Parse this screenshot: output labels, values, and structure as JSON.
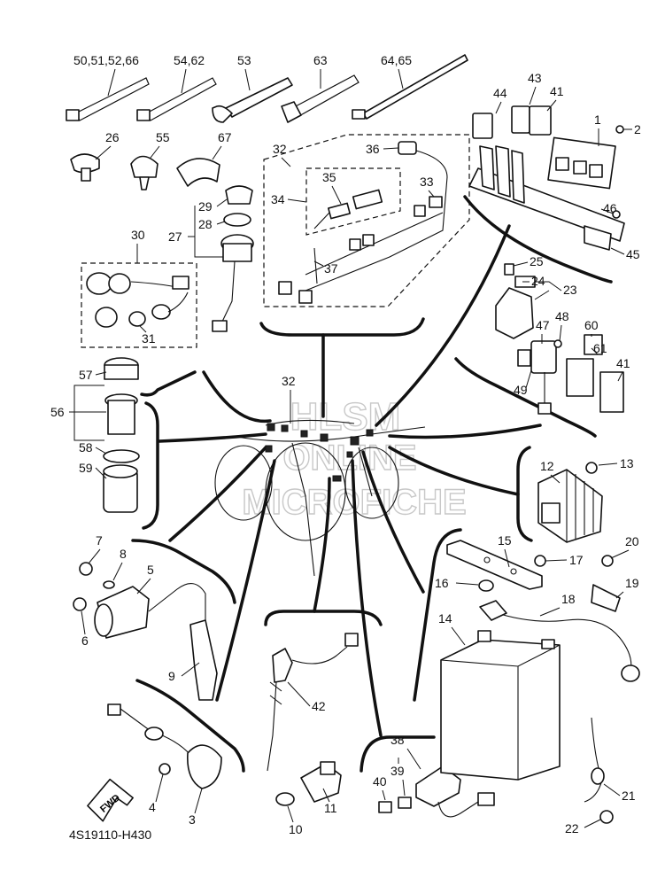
{
  "diagram_code": "4S19110-H430",
  "watermark": {
    "line1": "HLSM",
    "line2": "ONLINE",
    "line3": "MICROFICHE"
  },
  "fwd_label": "FWD",
  "callouts": {
    "c50": "50,51,52,66",
    "c54": "54,62",
    "c53": "53",
    "c63": "63",
    "c64": "64,65",
    "c44": "44",
    "c43": "43",
    "c41a": "41",
    "c1": "1",
    "c2": "2",
    "c26": "26",
    "c55": "55",
    "c67": "67",
    "c32a": "32",
    "c36": "36",
    "c35": "35",
    "c34": "34",
    "c33": "33",
    "c29": "29",
    "c28": "28",
    "c27": "27",
    "c46": "46",
    "c45": "45",
    "c30": "30",
    "c37": "37",
    "c31": "31",
    "c25": "25",
    "c24": "24",
    "c23": "23",
    "c48": "48",
    "c60": "60",
    "c61": "61",
    "c47": "47",
    "c41b": "41",
    "c49": "49",
    "c57": "57",
    "c56": "56",
    "c58": "58",
    "c59": "59",
    "c32b": "32",
    "c12": "12",
    "c13": "13",
    "c7": "7",
    "c8": "8",
    "c5": "5",
    "c6": "6",
    "c9": "9",
    "c15": "15",
    "c20": "20",
    "c17": "17",
    "c16": "16",
    "c19": "19",
    "c18": "18",
    "c14": "14",
    "c42": "42",
    "c38": "38",
    "c39": "39",
    "c40": "40",
    "c4": "4",
    "c3": "3",
    "c11": "11",
    "c10": "10",
    "c21": "21",
    "c22": "22"
  }
}
